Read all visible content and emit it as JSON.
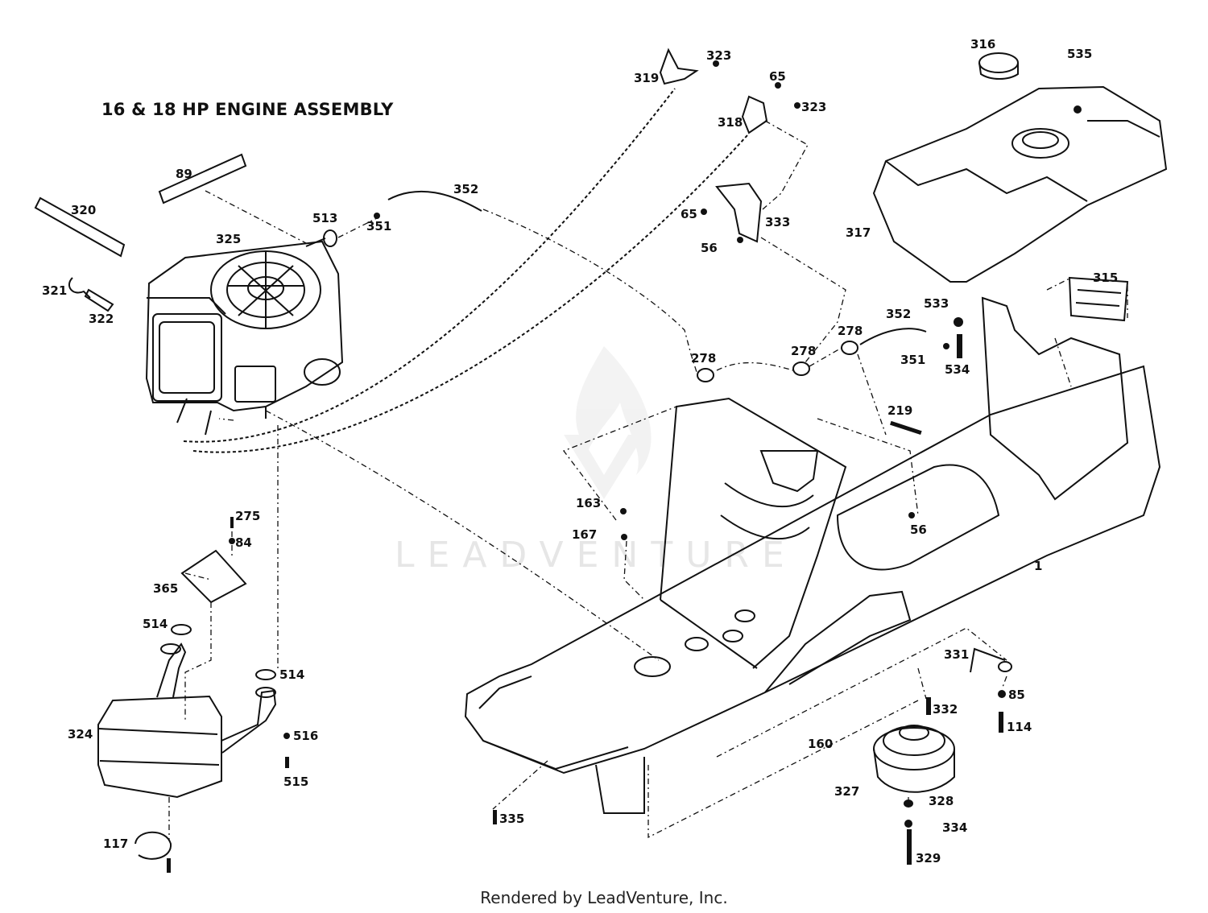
{
  "title": "16 & 18 HP ENGINE ASSEMBLY",
  "footer": "Rendered by LeadVenture, Inc.",
  "watermark": "LEADVENTURE",
  "part_labels": {
    "p316": "316",
    "p535": "535",
    "p323a": "323",
    "p319": "319",
    "p65a": "65",
    "p323b": "323",
    "p318": "318",
    "p89": "89",
    "p320": "320",
    "p352a": "352",
    "p513": "513",
    "p351a": "351",
    "p325": "325",
    "p65b": "65",
    "p333": "333",
    "p56a": "56",
    "p317": "317",
    "p321": "321",
    "p322": "322",
    "p315": "315",
    "p533": "533",
    "p352b": "352",
    "p278a": "278",
    "p278b": "278",
    "p278c": "278",
    "p351b": "351",
    "p534": "534",
    "p219": "219",
    "p163": "163",
    "p167": "167",
    "p56b": "56",
    "p1": "1",
    "p275": "275",
    "p84": "84",
    "p365": "365",
    "p514a": "514",
    "p514b": "514",
    "p324": "324",
    "p516": "516",
    "p515": "515",
    "p117": "117",
    "p335": "335",
    "p331": "331",
    "p85": "85",
    "p332": "332",
    "p114": "114",
    "p160": "160",
    "p327": "327",
    "p328": "328",
    "p334": "334",
    "p329": "329"
  }
}
